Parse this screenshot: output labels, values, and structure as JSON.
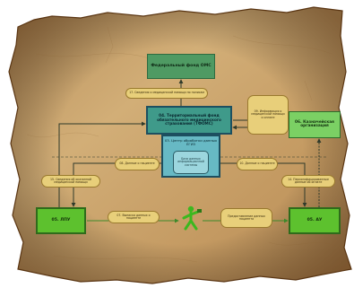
{
  "nodes": {
    "federal_fund": "Федеральный фонд ОМС",
    "territorial_fund": "04. Территориальный фонд обязательного медицинского страхования (ТФОМС)",
    "data_center": "03. Центр обработки данных ЕГИЗ",
    "database": "База данных информационной системы",
    "treasury_org": "06. Казначейская организация",
    "lpu": "05. ЛПУ",
    "ac": "05. АУ"
  },
  "labels": {
    "to_federal": "17. Сведения о медицинской помощи по полисам",
    "tfoms_org": "09. Информация о медицинской помощи и оплате",
    "lpu_to_center": "15. Сведения об оказанной медицинской помощи",
    "center_left": "08. Данные о пациенте",
    "center_right": "10. Данные о пациенте",
    "org_to_ac": "14. Персонифицированные данные об оплате",
    "patient_to_lpu": "07. Выписка данных о пациенте",
    "ac_to_patient": "Предоставление данных пациента"
  },
  "colors": {
    "parchment": "#c9a36a",
    "box_green": "#5dc12e",
    "box_teal": "#3f9a8a",
    "box_cyan": "#67b9c4",
    "pill": "#e8cf7a",
    "arrow": "#2f3a2a"
  }
}
